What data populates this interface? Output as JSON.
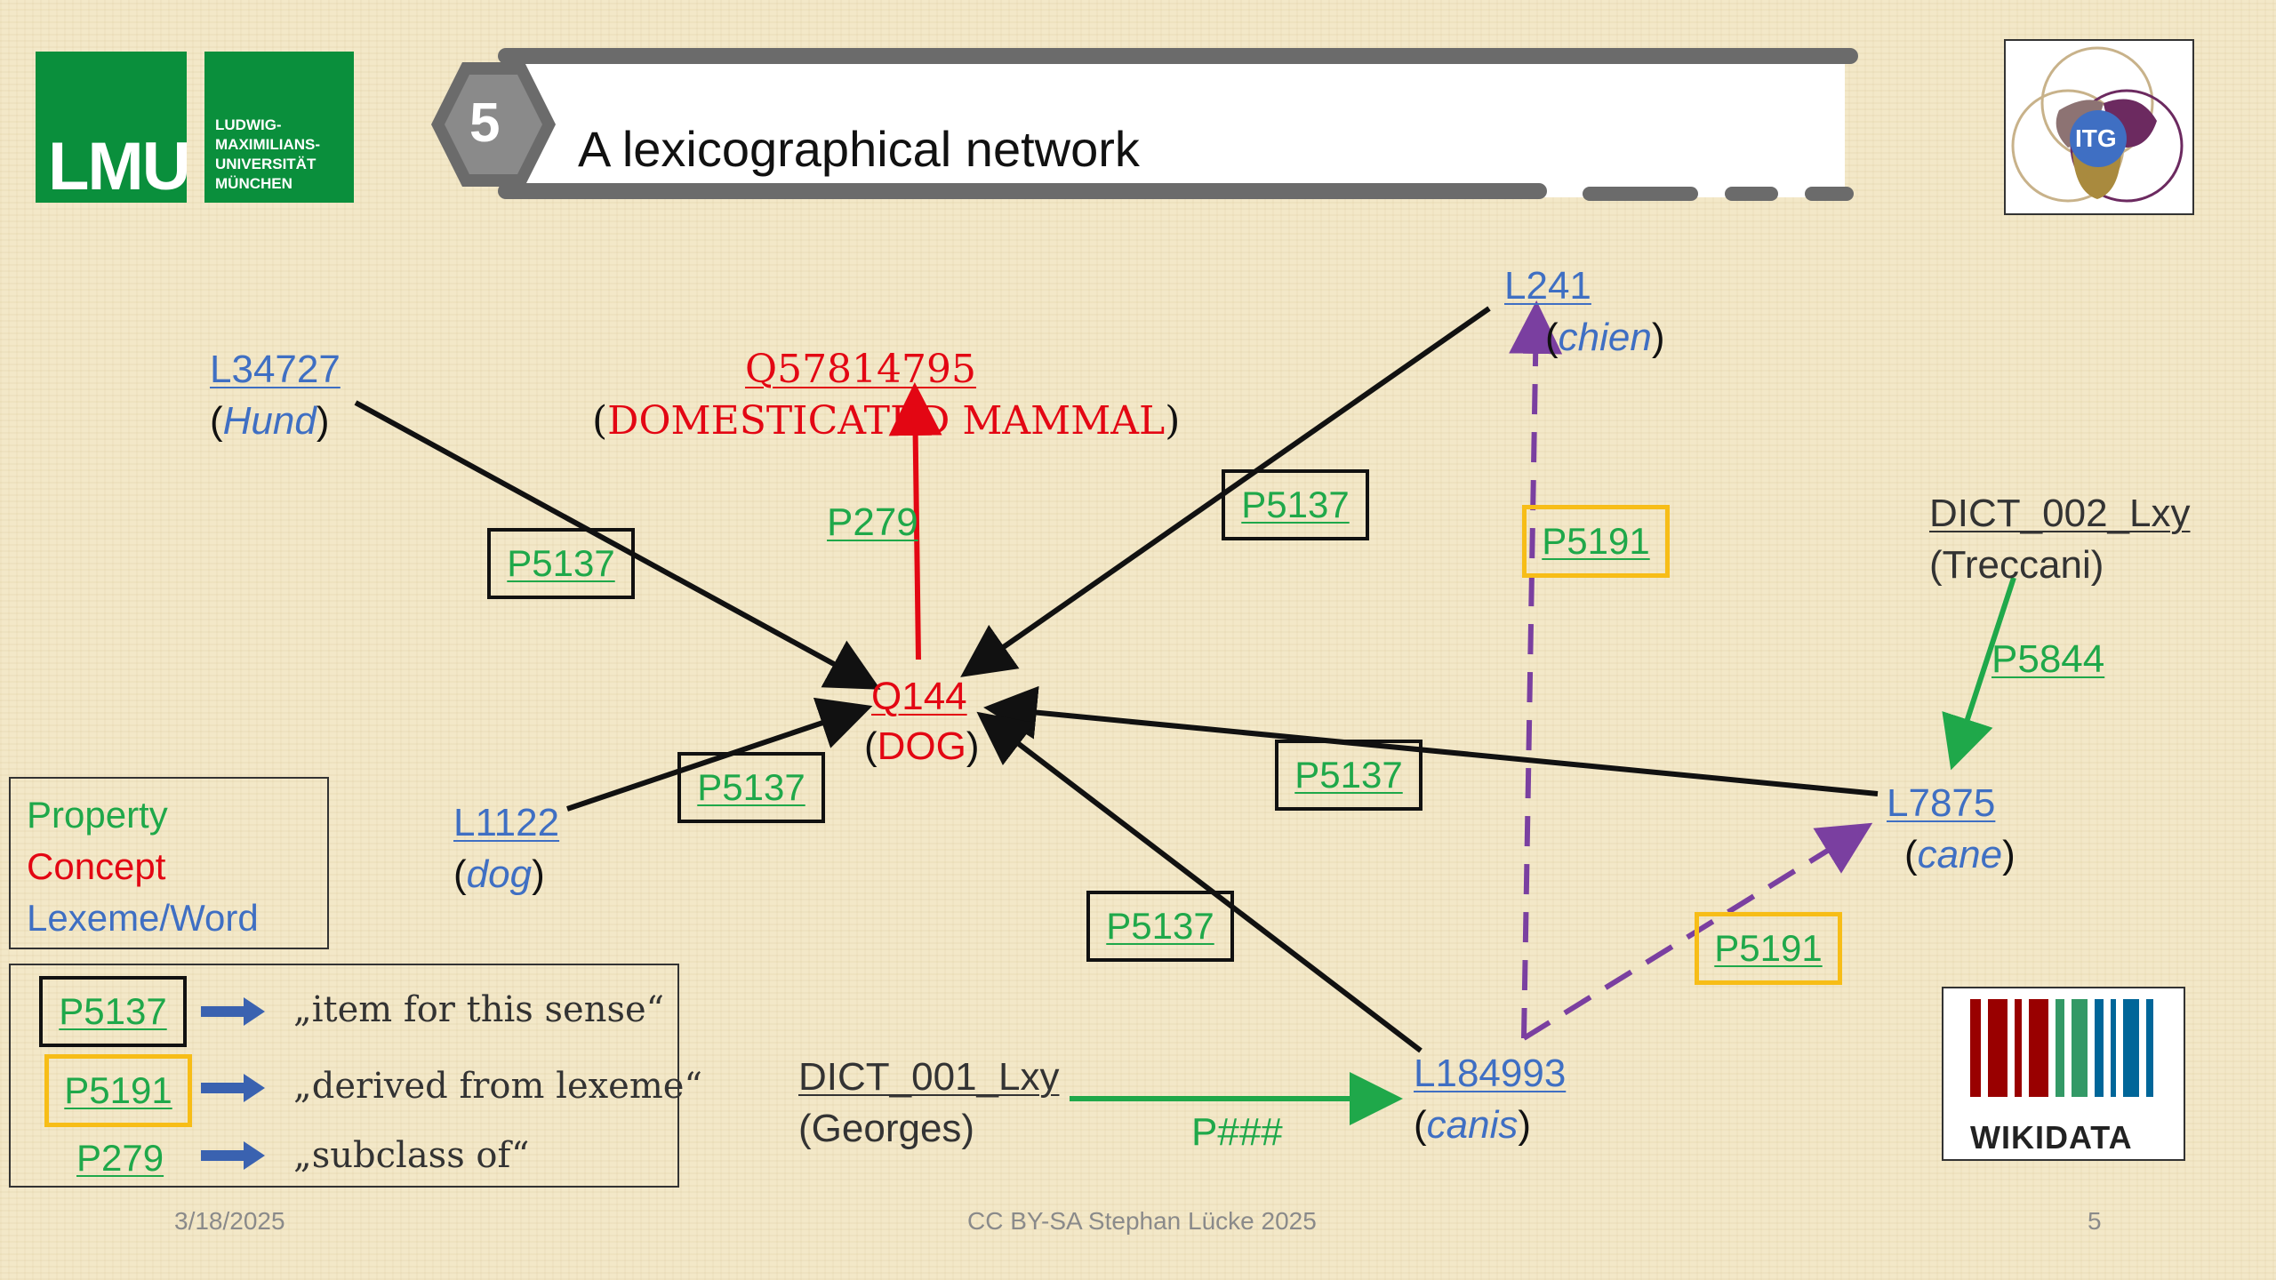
{
  "logo": {
    "short": "LMU",
    "lines": [
      "LUDWIG-",
      "MAXIMILIANS-",
      "UNIVERSITÄT",
      "MÜNCHEN"
    ]
  },
  "header": {
    "number": "5",
    "title": "A lexicographical network"
  },
  "itg_logo": {
    "text": "ITG"
  },
  "wikidata_logo": {
    "text": "WIKIDATA"
  },
  "nodes": {
    "hund_id": "L34727",
    "hund_word": "Hund",
    "mammal_id": "Q57814795",
    "mammal_word": "DOMESTICATED MAMMAL",
    "dog_id": "Q144",
    "dog_word": "DOG",
    "dog_lex_id": "L1122",
    "dog_lex_word": "dog",
    "chien_id": "L241",
    "chien_word": "chien",
    "cane_id": "L7875",
    "cane_word": "cane",
    "canis_id": "L184993",
    "canis_word": "canis",
    "dict2_id": "DICT_002_Lxy",
    "dict2_name": "Treccani",
    "dict1_id": "DICT_001_Lxy",
    "dict1_name": "Georges"
  },
  "edge_labels": {
    "p279": "P279",
    "p5137_hund": "P5137",
    "p5137_chien": "P5137",
    "p5137_dog": "P5137",
    "p5137_cane": "P5137",
    "p5137_canis": "P5137",
    "p5191_chien": "P5191",
    "p5191_cane": "P5191",
    "p5844": "P5844",
    "p_hash": "P###"
  },
  "legend_colors": {
    "property": "Property",
    "concept": "Concept",
    "lexeme": "Lexeme/Word"
  },
  "legend_props": [
    {
      "code": "P5137",
      "meaning": "„item for this sense“"
    },
    {
      "code": "P5191",
      "meaning": "„derived from lexeme“"
    },
    {
      "code": "P279",
      "meaning": "„subclass of“"
    }
  ],
  "footer": {
    "date": "3/18/2025",
    "credit": "CC BY-SA Stephan Lücke 2025",
    "page": "5"
  },
  "colors": {
    "property": "#1fa84a",
    "concept": "#e30613",
    "lexeme": "#3f6fc3",
    "derived": "#7a3fa0",
    "lmu_green": "#0a8f3c",
    "highlight": "#f7bd17"
  }
}
